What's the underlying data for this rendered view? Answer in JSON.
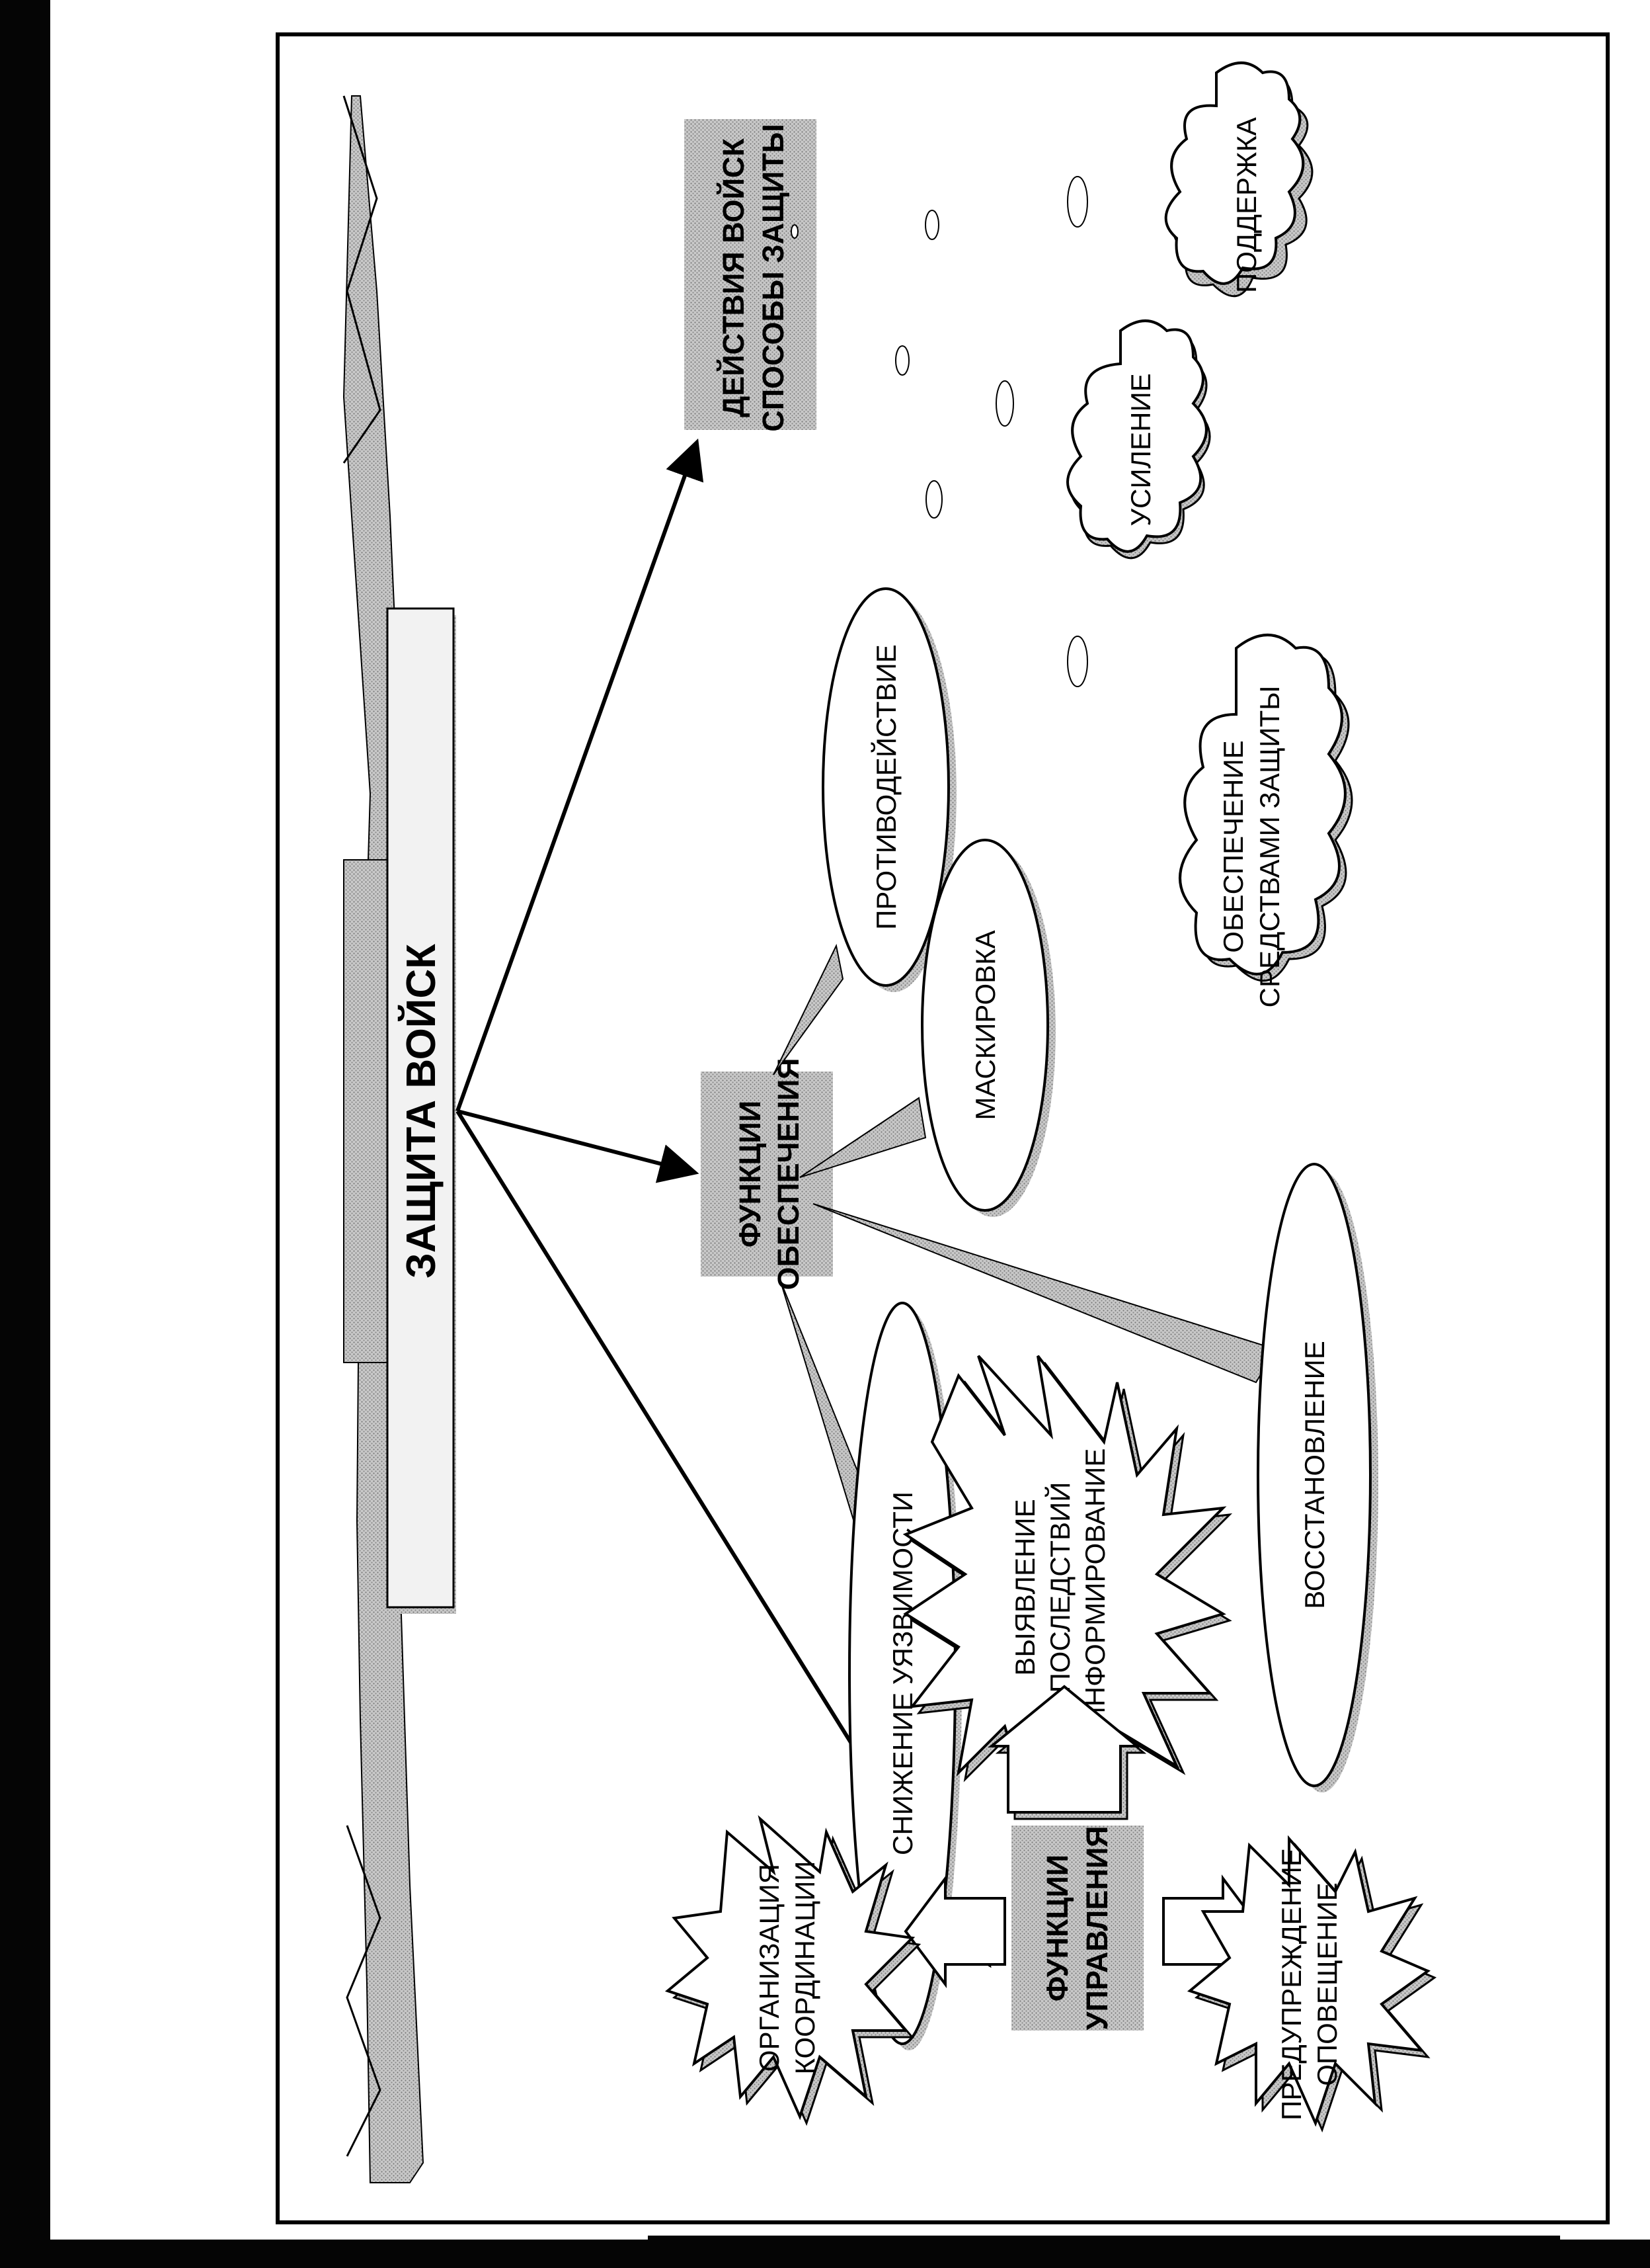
{
  "diagram": {
    "title": "ЗАЩИТА ВОЙСК",
    "actions": {
      "line1": "ДЕЙСТВИЯ ВОЙСК",
      "line2": "СПОСОБЫ ЗАЩИТЫ"
    },
    "support_functions": {
      "line1": "ФУНКЦИИ",
      "line2": "ОБЕСПЕЧЕНИЯ"
    },
    "control_functions": {
      "line1": "ФУНКЦИИ",
      "line2": "УПРАВЛЕНИЯ"
    },
    "support_items": {
      "counteraction": "ПРОТИВОДЕЙСТВИЕ",
      "camouflage": "МАСКИРОВКА",
      "vulnerability": "СНИЖЕНИЕ УЯЗВИМОСТИ",
      "restoration": "ВОССТАНОВЛЕНИЕ"
    },
    "action_items": {
      "support": "ПОДДЕРЖКА",
      "reinforcement": "УСИЛЕНИЕ",
      "provision": {
        "line1": "ОБЕСПЕЧЕНИЕ",
        "line2": "СРЕДСТВАМИ ЗАЩИТЫ"
      }
    },
    "control_items": {
      "organization": {
        "line1": "ОРГАНИЗАЦИЯ",
        "line2": "КООРДИНАЦИИ"
      },
      "warning": {
        "line1": "ПРЕДУПРЕЖДЕНИЕ",
        "line2": "ОПОВЕЩЕНИЕ"
      },
      "detection": {
        "line1": "ВЫЯВЛЕНИЕ",
        "line2": "ПОСЛЕДСТВИЙ",
        "line3": "ИНФОРМИРОВАНИЕ"
      }
    }
  }
}
